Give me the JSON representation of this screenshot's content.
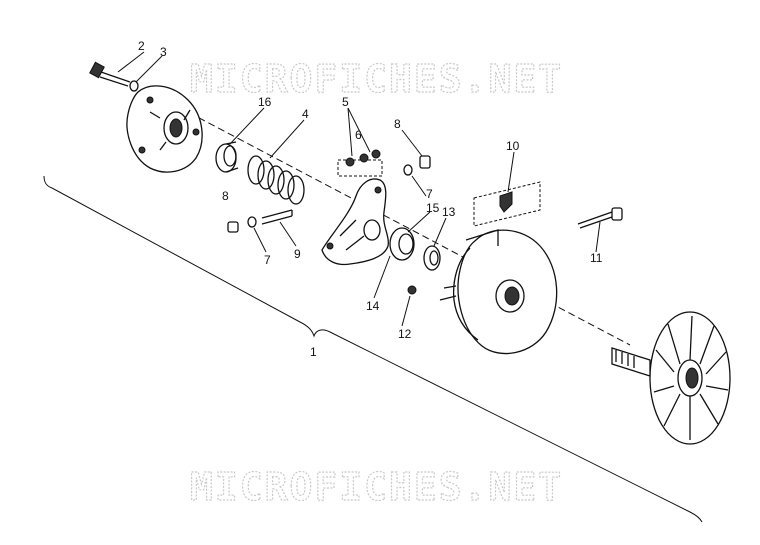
{
  "watermark": {
    "top": "MICROFICHES.NET",
    "bottom": "MICROFICHES.NET"
  },
  "callouts": {
    "c1": "1",
    "c2": "2",
    "c3": "3",
    "c4": "4",
    "c5": "5",
    "c6": "6",
    "c7a": "7",
    "c7b": "7",
    "c8a": "8",
    "c8b": "8",
    "c9": "9",
    "c10": "10",
    "c11": "11",
    "c12": "12",
    "c13": "13",
    "c14": "14",
    "c15": "15",
    "c16": "16"
  },
  "colors": {
    "ink": "#111111",
    "watermark": "#c9c9c9",
    "background": "#ffffff"
  }
}
